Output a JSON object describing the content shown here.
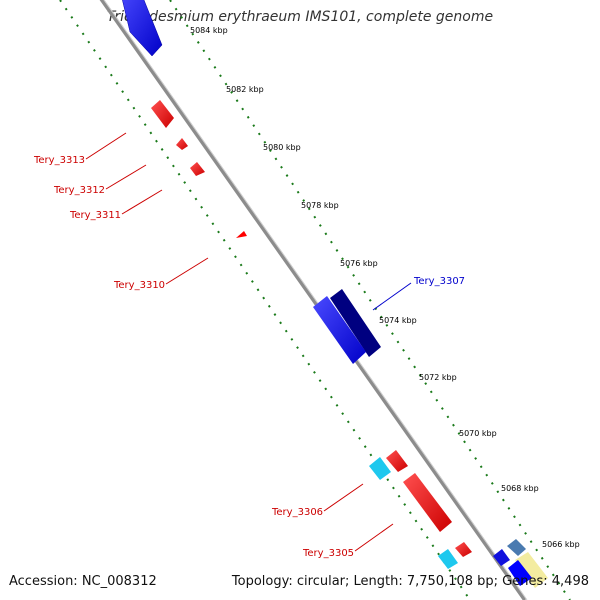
{
  "title": "Trichodesmium erythraeum IMS101, complete genome",
  "accession": "Accession: NC_008312",
  "topology": "Topology: circular; Length: 7,750,108 bp; Genes: 4,498",
  "ruler_ticks": [
    "5084 kbp",
    "5082 kbp",
    "5080 kbp",
    "5078 kbp",
    "5076 kbp",
    "5074 kbp",
    "5072 kbp",
    "5070 kbp",
    "5068 kbp",
    "5066 kbp"
  ],
  "gene_labels": [
    {
      "name": "Tery_3313",
      "strand": "reverse",
      "color": "#cc0000"
    },
    {
      "name": "Tery_3312",
      "strand": "reverse",
      "color": "#cc0000"
    },
    {
      "name": "Tery_3311",
      "strand": "reverse",
      "color": "#cc0000"
    },
    {
      "name": "Tery_3310",
      "strand": "reverse",
      "color": "#cc0000"
    },
    {
      "name": "Tery_3307",
      "strand": "forward",
      "color": "#0000cc"
    },
    {
      "name": "Tery_3306",
      "strand": "reverse",
      "color": "#cc0000"
    },
    {
      "name": "Tery_3305",
      "strand": "reverse",
      "color": "#cc0000"
    }
  ],
  "colors": {
    "backbone": "#8c8c8c",
    "ruler": "#1a7a1a",
    "forward_gene": "#0000ff",
    "forward_gene_dark": "#000080",
    "reverse_gene": "#ff0000",
    "cyan_gene": "#1ec8ee",
    "label_red": "#cc0000",
    "label_blue": "#0000cc"
  }
}
